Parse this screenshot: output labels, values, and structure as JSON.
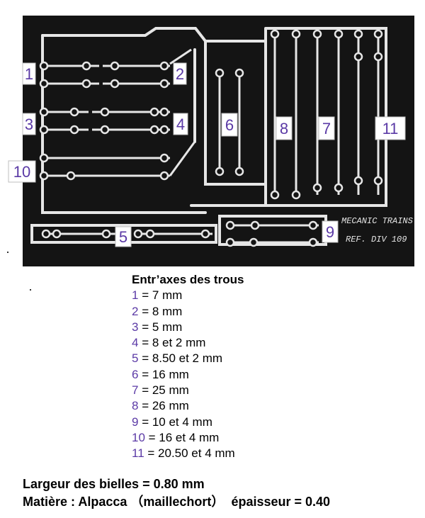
{
  "fret": {
    "brand": "MECANIC TRAINS",
    "ref": "REF. DIV 109",
    "labels": [
      "1",
      "2",
      "3",
      "4",
      "5",
      "6",
      "7",
      "8",
      "9",
      "10",
      "11"
    ]
  },
  "legend": {
    "title": "Entr’axes des trous",
    "rows": [
      {
        "num": "1",
        "text": " = 7 mm"
      },
      {
        "num": "2",
        "text": " = 8 mm"
      },
      {
        "num": "3",
        "text": " = 5 mm"
      },
      {
        "num": "4",
        "text": " = 8 et 2 mm"
      },
      {
        "num": "5",
        "text": " = 8.50 et 2 mm"
      },
      {
        "num": "6",
        "text": " = 16 mm"
      },
      {
        "num": "7",
        "text": " = 25 mm"
      },
      {
        "num": "8",
        "text": " = 26 mm"
      },
      {
        "num": "9",
        "text": " = 10 et 4 mm"
      },
      {
        "num": "10",
        "text": " = 16 et 4 mm"
      },
      {
        "num": "11",
        "text": " = 20.50 et 4 mm"
      }
    ]
  },
  "footer": {
    "line1": "Largeur des bielles = 0.80 mm",
    "line2_a": "Matière : Alpacca （maillechort）",
    "line2_b": "épaisseur = 0.40"
  },
  "colors": {
    "plate": "#141414",
    "metal": "#e8e8e8",
    "label": "#5b3aa6"
  }
}
